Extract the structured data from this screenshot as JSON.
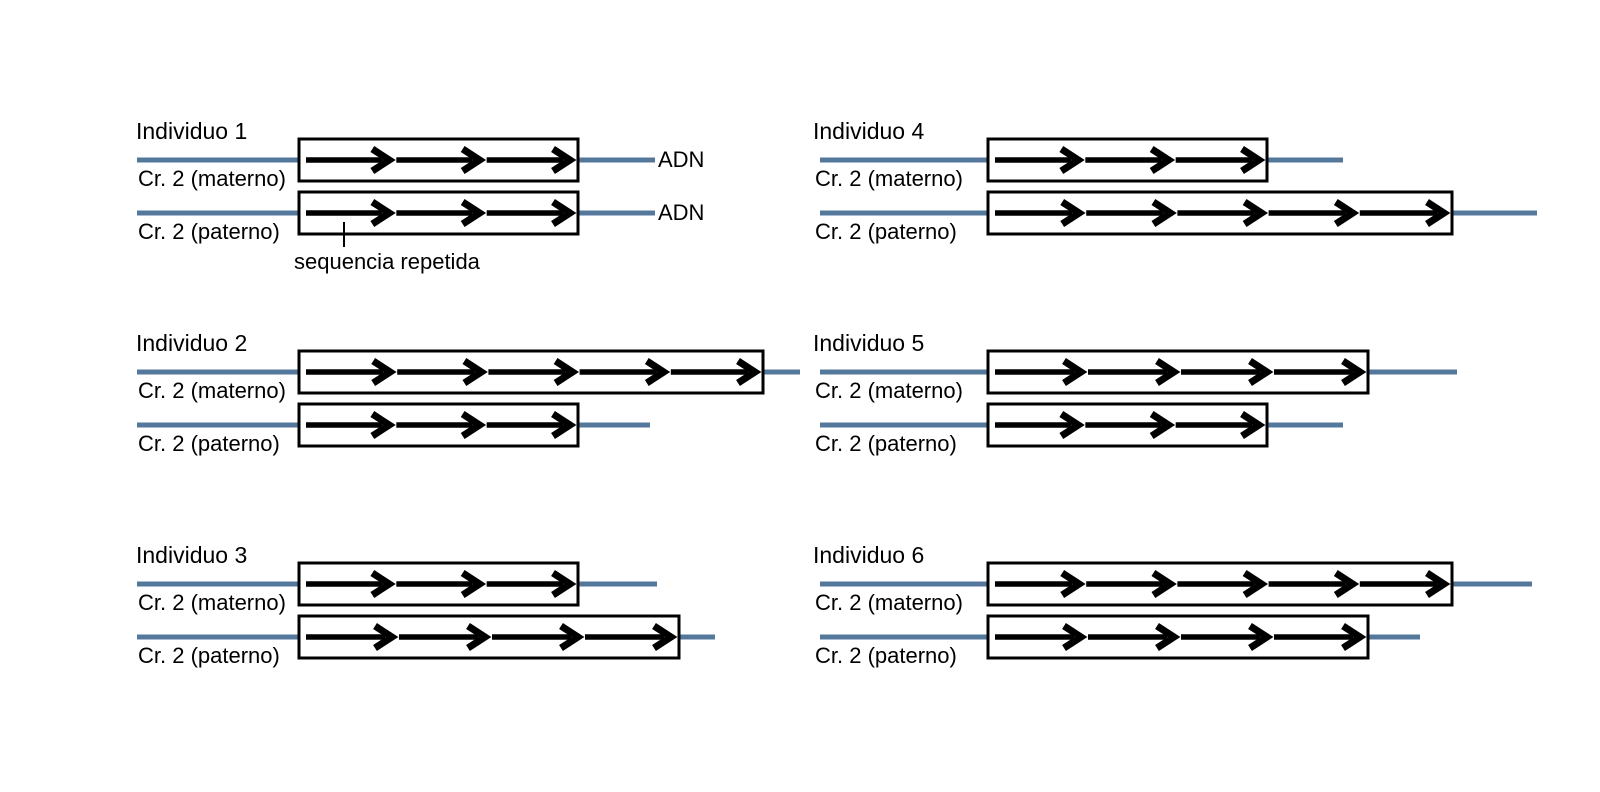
{
  "figure": {
    "description_visible_text_only": true
  },
  "colors": {
    "background": "#FFFFFF",
    "chromosome_line": "#54789B",
    "box_border": "#000000",
    "arrow": "#000000",
    "text": "#000000"
  },
  "labels": {
    "maternal": "Cr. 2 (materno)",
    "paternal": "Cr. 2 (paterno)",
    "adn": "ADN",
    "repeat_annotation": "sequencia repetida"
  },
  "individuals": [
    {
      "title": "Individuo 1",
      "maternal_repeats": 3,
      "paternal_repeats": 3,
      "show_adn": true,
      "show_repeat_annotation": true
    },
    {
      "title": "Individuo 2",
      "maternal_repeats": 5,
      "paternal_repeats": 3,
      "show_adn": false,
      "show_repeat_annotation": false
    },
    {
      "title": "Individuo 3",
      "maternal_repeats": 3,
      "paternal_repeats": 4,
      "show_adn": false,
      "show_repeat_annotation": false
    },
    {
      "title": "Individuo 4",
      "maternal_repeats": 3,
      "paternal_repeats": 5,
      "show_adn": false,
      "show_repeat_annotation": false
    },
    {
      "title": "Individuo 5",
      "maternal_repeats": 4,
      "paternal_repeats": 3,
      "show_adn": false,
      "show_repeat_annotation": false
    },
    {
      "title": "Individuo 6",
      "maternal_repeats": 5,
      "paternal_repeats": 4,
      "show_adn": false,
      "show_repeat_annotation": false
    }
  ]
}
